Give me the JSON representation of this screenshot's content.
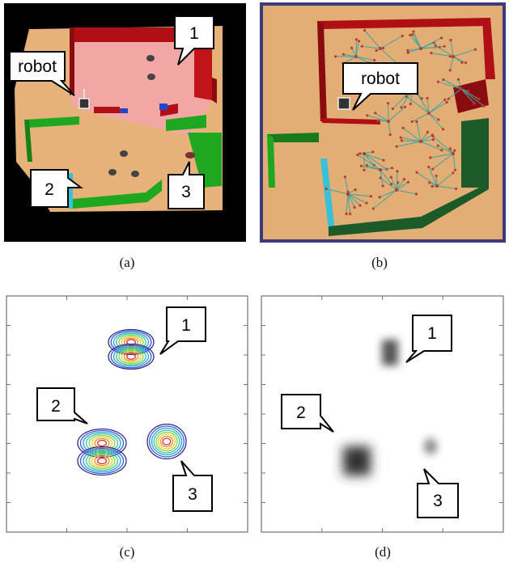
{
  "panels": {
    "a": {
      "caption": "(a)",
      "callouts": {
        "robot": "robot",
        "c1": "1",
        "c2": "2",
        "c3": "3"
      }
    },
    "b": {
      "caption": "(b)",
      "callouts": {
        "robot": "robot"
      }
    },
    "c": {
      "caption": "(c)",
      "callouts": {
        "c1": "1",
        "c2": "2",
        "c3": "3"
      }
    },
    "d": {
      "caption": "(d)",
      "callouts": {
        "c1": "1",
        "c2": "2",
        "c3": "3"
      }
    }
  },
  "colors": {
    "floor": "#e6b27a",
    "wall_red": "#b01015",
    "wall_green": "#1fa81f",
    "wall_dark_green": "#1d5a2a",
    "wall_cyan": "#39c2d6",
    "fov_pink": "#f0a0a8",
    "panel_b_frame": "#3c3c7a",
    "graph_edge": "#3aa6a0",
    "graph_node": "#c0392b"
  }
}
